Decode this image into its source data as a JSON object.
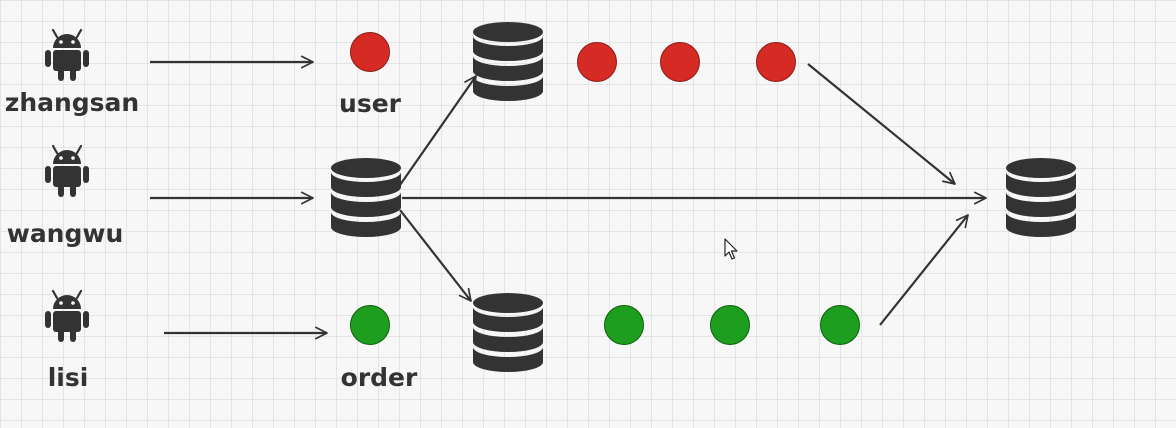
{
  "users": [
    {
      "name": "zhangsan",
      "icon": "android-icon"
    },
    {
      "name": "wangwu",
      "icon": "android-icon"
    },
    {
      "name": "lisi",
      "icon": "android-icon"
    }
  ],
  "queues": {
    "user": {
      "label": "user",
      "color": "#d62a25",
      "message_count": 3
    },
    "order": {
      "label": "order",
      "color": "#1e9e1e",
      "message_count": 3
    }
  },
  "icons": {
    "database": "database-icon",
    "client": "android-icon",
    "cursor": "mouse-pointer-icon"
  },
  "colors": {
    "ink": "#333333",
    "grid": "#e4e4e4",
    "background": "#f7f7f7"
  }
}
